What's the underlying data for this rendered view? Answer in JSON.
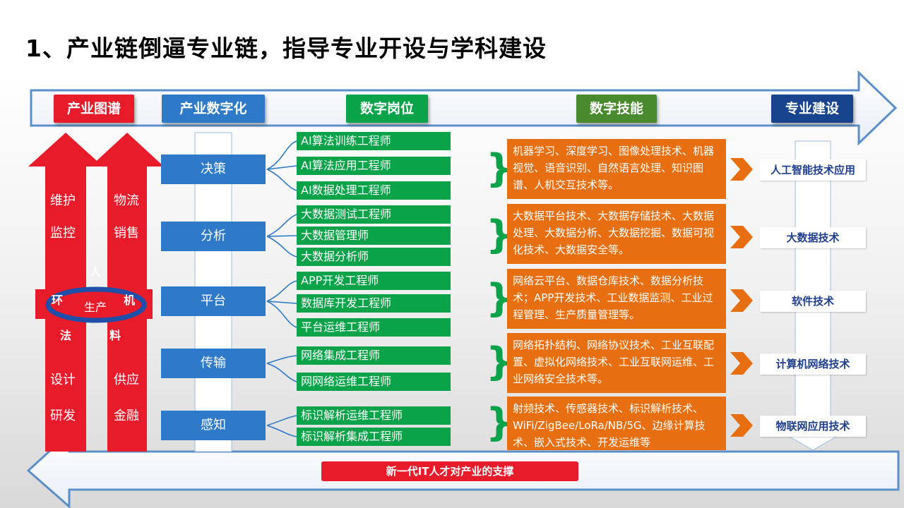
{
  "title": "1、产业链倒逼专业链，指导专业开设与学科建设",
  "headers": [
    {
      "label": "产业图谱",
      "color": "#e81b2a"
    },
    {
      "label": "产业数字化",
      "color": "#2f79c9"
    },
    {
      "label": "数字岗位",
      "color": "#0aa34a"
    },
    {
      "label": "数字技能",
      "color": "#4a8a2e"
    },
    {
      "label": "专业建设",
      "color": "#17448c"
    }
  ],
  "industry_map": {
    "left_col": [
      "维护",
      "监控",
      "设计",
      "研发"
    ],
    "right_col": [
      "物流",
      "销售",
      "供应",
      "金融"
    ],
    "ring": {
      "top": "人",
      "left": "环",
      "right": "机",
      "center": "生产",
      "bottom_left": "法",
      "bottom_right": "料"
    }
  },
  "rows": [
    {
      "category": "决策",
      "jobs": [
        "AI算法训练工程师",
        "AI算法应用工程师",
        "AI数据处理工程师"
      ],
      "skills": "机器学习、深度学习、图像处理技术、机器视觉、语音识别、自然语言处理、知识图谱、人机交互技术等。",
      "major": "人工智能技术应用"
    },
    {
      "category": "分析",
      "jobs": [
        "大数据测试工程师",
        "大数据管理师",
        "大数据分析师"
      ],
      "skills": "大数据平台技术、大数据存储技术、大数据处理、大数据分析、大数据挖掘、数据可视化技术、大数据安全等。",
      "major": "大数据技术"
    },
    {
      "category": "平台",
      "jobs": [
        "APP开发工程师",
        "数据库开发工程师",
        "平台运维工程师"
      ],
      "skills": "网络云平台、数据仓库技术、数据分析技术；APP开发技术、工业数据监测、工业过程管理、生产质量管理等。",
      "major": "软件技术"
    },
    {
      "category": "传输",
      "jobs": [
        "网络集成工程师",
        "网网络运维工程师"
      ],
      "skills": "网络拓扑结构、网络协议技术、工业互联配置、虚拟化网络技术、工业互联网运维、工业网络安全技术等。",
      "major": "计算机网络技术"
    },
    {
      "category": "感知",
      "jobs": [
        "标识解析运维工程师",
        "标识解析集成工程师"
      ],
      "skills": "射频技术、传感器技术、标识解析技术、WiFi/ZigBee/LoRa/NB/5G、边缘计算技术、嵌入式技术、开发运维等",
      "major": "物联网应用技术"
    }
  ],
  "bottom_banner": "新一代IT人才对产业的支撑"
}
